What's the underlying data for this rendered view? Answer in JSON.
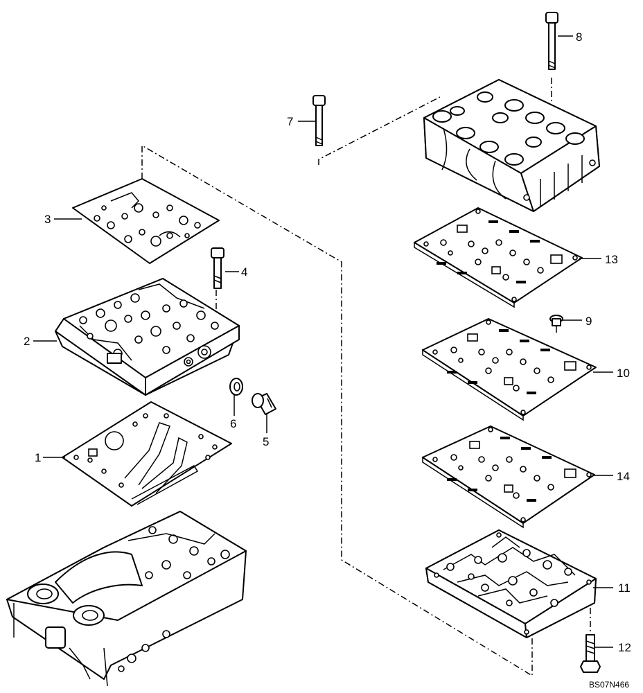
{
  "callouts": {
    "c1": "1",
    "c2": "2",
    "c3": "3",
    "c4": "4",
    "c5": "5",
    "c6": "6",
    "c7": "7",
    "c8": "8",
    "c9": "9",
    "c10": "10",
    "c11": "11",
    "c12": "12",
    "c13": "13",
    "c14": "14"
  },
  "drawing_code": "BS07N466"
}
